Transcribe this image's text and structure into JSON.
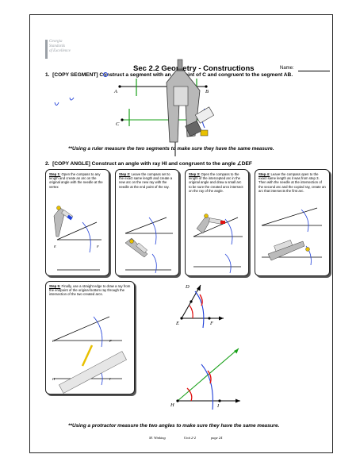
{
  "header": {
    "logo_lines": [
      "Georgia",
      "Standards",
      "of Excellence"
    ],
    "title": "Sec 2.2 Geometry - Constructions",
    "name_label": "Name:"
  },
  "problem1": {
    "number": "1.",
    "tag": "[COPY SEGMENT]",
    "text": "Construct a segment with an endpoint of C and congruent to the segment AB.",
    "labels": {
      "a": "A",
      "b": "B",
      "c": "C"
    },
    "note": "**Using a ruler measure the two segments to make sure they have the same measure."
  },
  "problem2": {
    "number": "2.",
    "tag": "[COPY ANGLE]",
    "text": "Construct an angle with ray HI and congruent to the angle ∠DEF",
    "steps": [
      {
        "heading": "Step 1:",
        "text": "Open the compass to any length and create an arc on the original angle with the needle at the vertex"
      },
      {
        "heading": "Step 2:",
        "text": "Leave the compass set to the exact same length and create a new arc on the new ray with the needle at the end point of the ray."
      },
      {
        "heading": "Step 3:",
        "text": "Open the compass to the length of the intercepted arc in the original angle and draw a small arc to be sure the created arcs intersect on the ray of the angle."
      },
      {
        "heading": "Step 4:",
        "text": "Leave the compass open to the exact same length as it was from step 3. Then with the needle at the intersection of the second arc and the copied ray, create an arc that intersects the first arc."
      },
      {
        "heading": "Step 5:",
        "text": "Finally, use a straight edge to draw a ray from the endpoint of the original bottom ray through the intersection of the two created arcs."
      }
    ],
    "angle_labels": {
      "d": "D",
      "e": "E",
      "f": "F",
      "h": "H",
      "i": "I"
    },
    "step_labels": {
      "e": "E",
      "f": "F",
      "h": "H",
      "i": "I"
    },
    "note": "**Using a protractor measure the two angles to make sure they have the same measure."
  },
  "footer": {
    "author": "M. Winking",
    "unit": "Unit 2-2",
    "page": "page 24"
  },
  "colors": {
    "arc": "#1f3fd8",
    "mark_red": "#e01010",
    "mark_green": "#18a018",
    "compass": "#909090"
  }
}
